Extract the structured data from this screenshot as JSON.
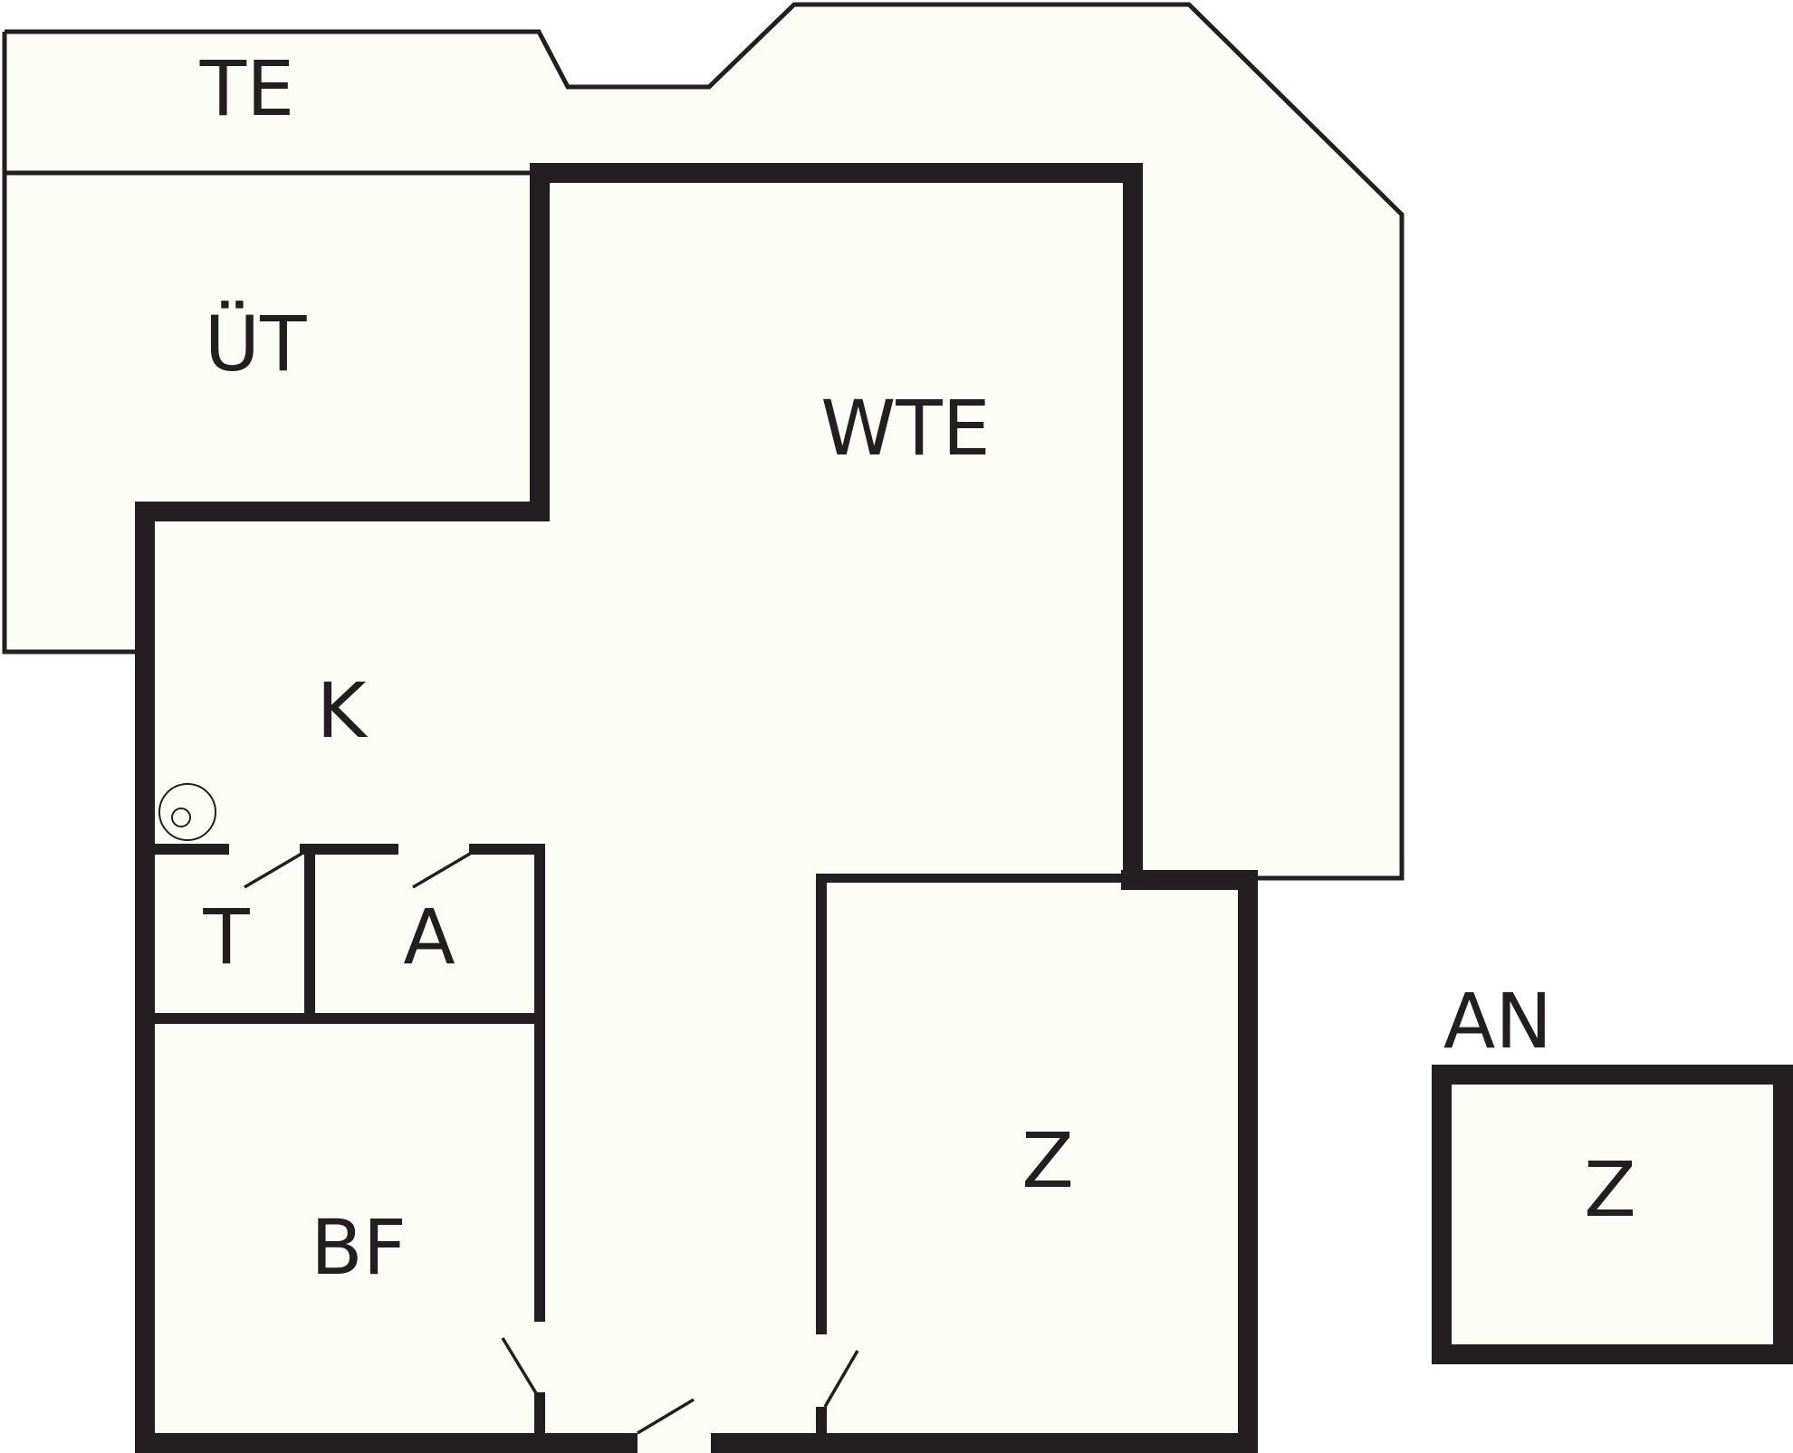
{
  "floorplan": {
    "colors": {
      "wall": "#231f20",
      "floor": "#fdfdf8",
      "background": "#ffffff"
    },
    "rooms": {
      "te": "TE",
      "ut": "ÜT",
      "wte": "WTE",
      "k": "K",
      "t": "T",
      "a": "A",
      "bf": "BF",
      "z": "Z"
    },
    "annex": {
      "label": "AN",
      "room": "Z"
    },
    "fixtures": [
      "boiler-icon"
    ]
  }
}
